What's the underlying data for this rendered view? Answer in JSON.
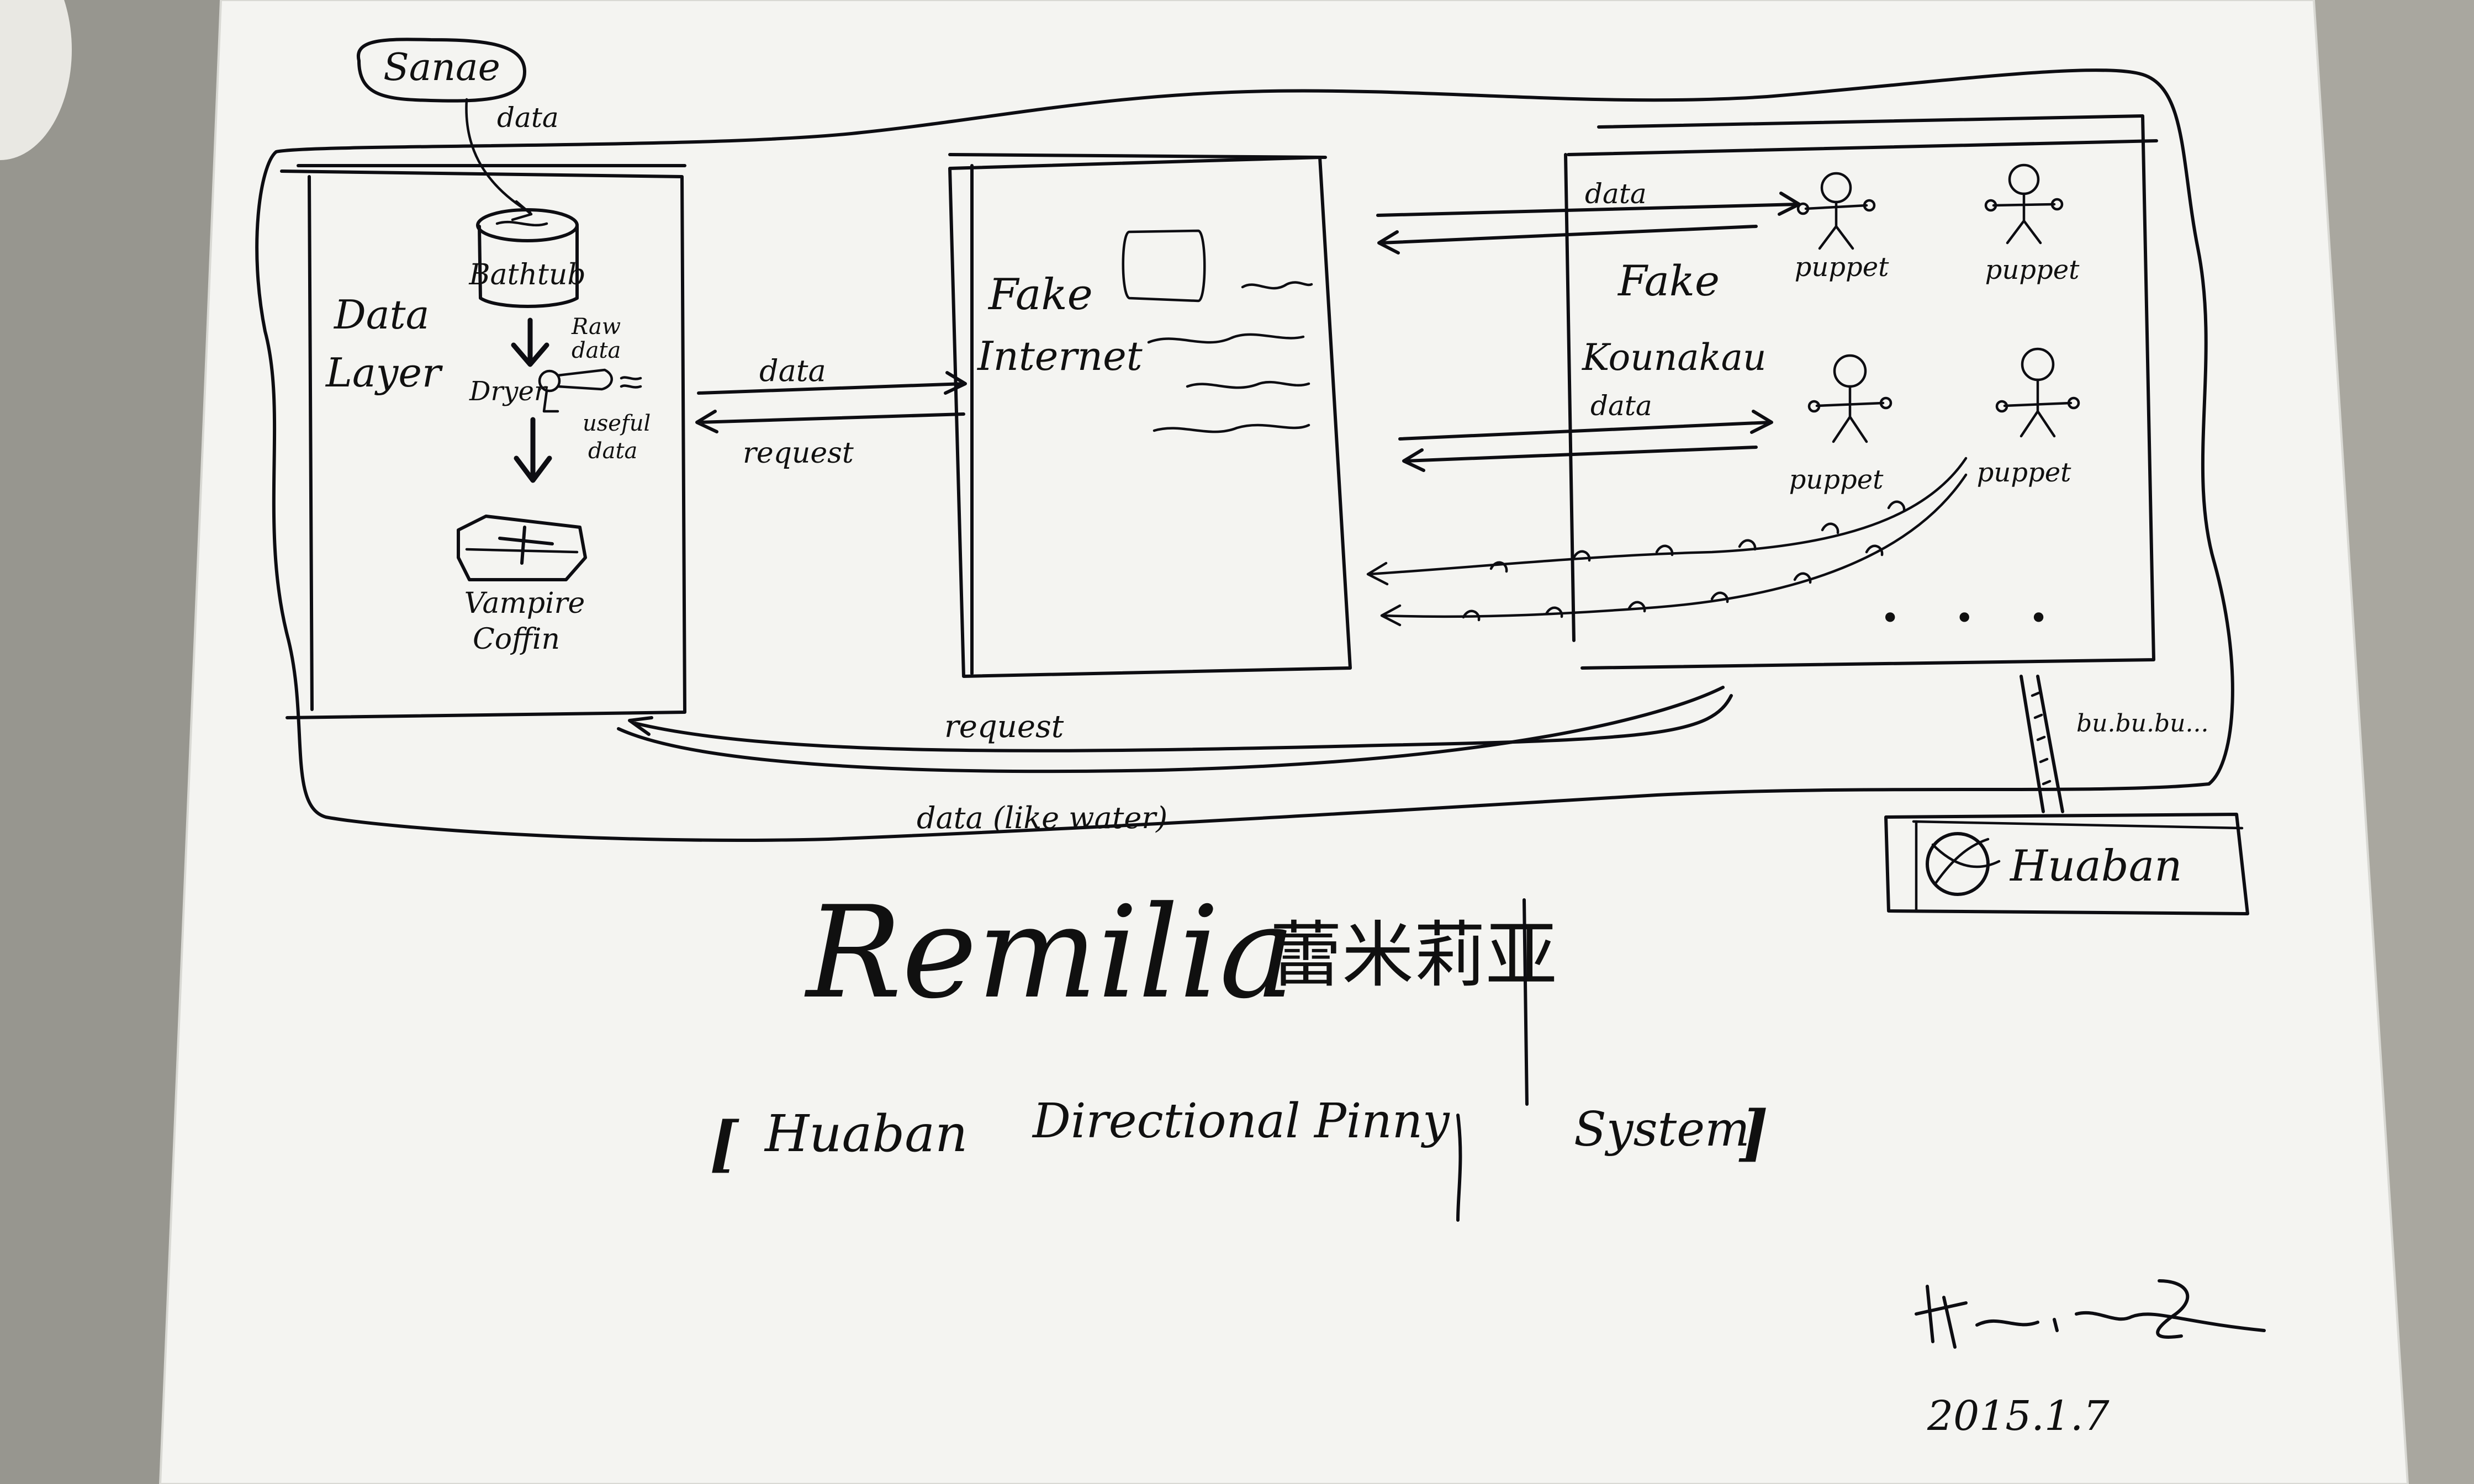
{
  "source": {
    "label": "Sanae",
    "edge_label": "data"
  },
  "data_layer": {
    "title_line1": "Data",
    "title_line2": "Layer",
    "bathtub": "Bathtub",
    "raw_data_line1": "Raw",
    "raw_data_line2": "data",
    "dryer": "Dryer",
    "useful_data_line1": "useful",
    "useful_data_line2": "data",
    "coffin_line1": "Vampire",
    "coffin_line2": "Coffin"
  },
  "arrows": {
    "data_to_internet": "data",
    "request_from_internet": "request",
    "data_to_konakau": "data",
    "data_to_puppets": "data",
    "bottom_request": "request",
    "bottom_data": "data (like water)",
    "bu_bu_bu": "bu.bu.bu..."
  },
  "fake_internet": {
    "line1": "Fake",
    "line2": "Internet"
  },
  "fake_konakau": {
    "line1": "Fake",
    "line2": "Kounakau",
    "puppets": [
      "puppet",
      "puppet",
      "puppet",
      "puppet"
    ],
    "ellipsis": "• • •"
  },
  "huaban_logo": {
    "label": "Huaban"
  },
  "title": {
    "main": "Remilia",
    "chinese": "蕾米莉亚",
    "subtitle_open": "[",
    "subtitle_words": [
      "Huaban",
      "Directional",
      "Pinny",
      "System"
    ],
    "subtitle_close": "]"
  },
  "signature": {
    "date": "2015.1.7"
  }
}
